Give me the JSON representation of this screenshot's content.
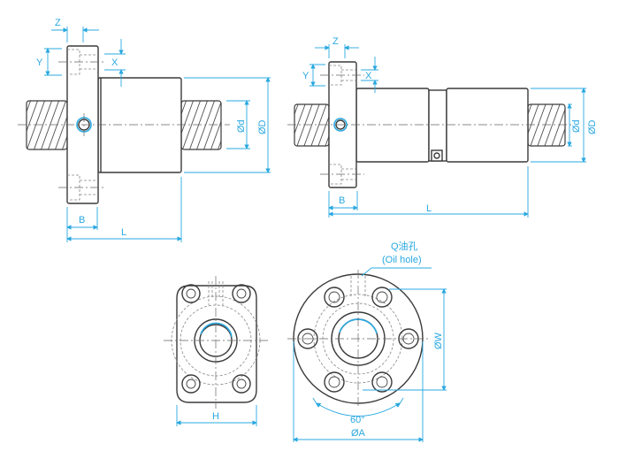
{
  "side_view_single": {
    "z": "Z",
    "y": "Y",
    "x": "X",
    "b": "B",
    "l": "L",
    "d": "Ød",
    "D": "ØD"
  },
  "side_view_double": {
    "z": "Z",
    "y": "Y",
    "x": "X",
    "b": "B",
    "l": "L",
    "d": "Ød",
    "D": "ØD"
  },
  "front_view_square": {
    "h": "H"
  },
  "front_view_round": {
    "oil_hole_cn": "Q油孔",
    "oil_hole_en": "(Oil hole)",
    "angle": "60°",
    "w": "ØW",
    "a": "ØA"
  },
  "colors": {
    "dimension": "#29a8e0",
    "outline": "#3a3a3a"
  }
}
